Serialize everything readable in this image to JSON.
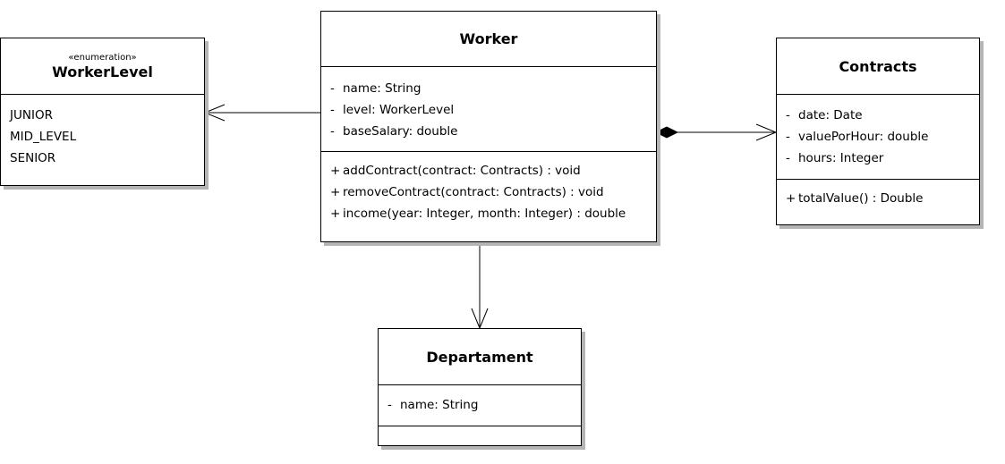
{
  "classes": {
    "worker_level": {
      "stereotype": "«enumeration»",
      "name": "WorkerLevel",
      "literals": [
        "JUNIOR",
        "MID_LEVEL",
        "SENIOR"
      ]
    },
    "worker": {
      "name": "Worker",
      "attributes": [
        {
          "vis": "-",
          "text": "name: String"
        },
        {
          "vis": "-",
          "text": "level: WorkerLevel"
        },
        {
          "vis": "-",
          "text": "baseSalary: double"
        }
      ],
      "operations": [
        {
          "vis": "+",
          "text": "addContract(contract: Contracts) : void"
        },
        {
          "vis": "+",
          "text": "removeContract(contract: Contracts) : void"
        },
        {
          "vis": "+",
          "text": "income(year: Integer, month: Integer) : double"
        }
      ]
    },
    "contracts": {
      "name": "Contracts",
      "attributes": [
        {
          "vis": "-",
          "text": "date: Date"
        },
        {
          "vis": "-",
          "text": "valuePorHour: double"
        },
        {
          "vis": "-",
          "text": "hours: Integer"
        }
      ],
      "operations": [
        {
          "vis": "+",
          "text": "totalValue() : Double"
        }
      ]
    },
    "departament": {
      "name": "Departament",
      "attributes": [
        {
          "vis": "-",
          "text": "name: String"
        }
      ],
      "operations": []
    }
  },
  "relationships": [
    {
      "from": "Worker",
      "to": "WorkerLevel",
      "kind": "directed-association"
    },
    {
      "from": "Worker",
      "to": "Contracts",
      "kind": "composition"
    },
    {
      "from": "Worker",
      "to": "Departament",
      "kind": "directed-association"
    }
  ]
}
